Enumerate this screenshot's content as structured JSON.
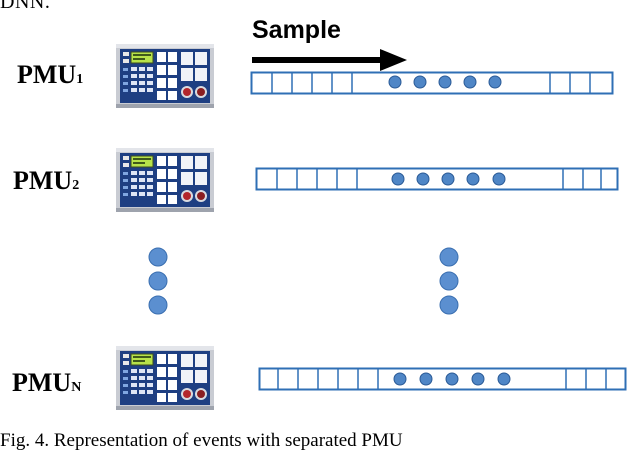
{
  "header_fragment": "DNN.",
  "sample_label": "Sample",
  "units": [
    {
      "prefix": "PMU",
      "sub": "1"
    },
    {
      "prefix": "PMU",
      "sub": "2"
    },
    {
      "prefix": "PMU",
      "sub": "N"
    }
  ],
  "caption": "Fig. 4. Representation of events with separated PMU",
  "colors": {
    "strip_border": "#2f6fb5",
    "event_dot": "#4f86c6",
    "event_dot_border": "#2a5a96",
    "ellipsis_dot": "#5b8fd0",
    "device_panel": "#1e3f82",
    "device_frame": "#c9ccd3",
    "device_screen": "#b7e34a",
    "arrow": "#000000"
  },
  "icons": {
    "device": "pmu-device-icon",
    "arrow": "sample-direction-arrow-icon",
    "ellipsis": "vertical-ellipsis-icon"
  }
}
